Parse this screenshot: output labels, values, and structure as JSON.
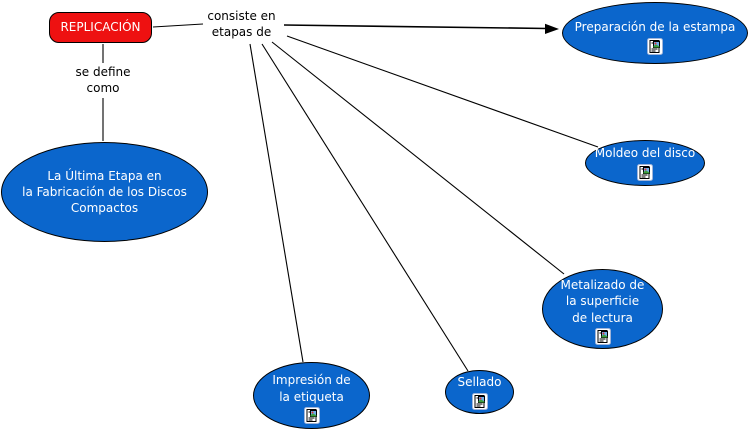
{
  "colors": {
    "canvas_bg": "#FFFFFF",
    "node_blue": "#0B66CC",
    "node_red": "#EE1111",
    "connector": "#000000"
  },
  "concepts": {
    "replicacion": {
      "label": "REPLICACIÓN"
    },
    "definicion": {
      "label": "La Última Etapa en\nla Fabricación de los Discos\nCompactos"
    },
    "preparacion": {
      "label": "Preparación de la estampa"
    },
    "moldeo": {
      "label": "Moldeo del disco"
    },
    "metalizado": {
      "label": "Metalizado de\nla superficie\nde lectura"
    },
    "sellado": {
      "label": "Sellado"
    },
    "impresion": {
      "label": "Impresión de\nla etiqueta"
    }
  },
  "linking_phrases": {
    "se_define_como": {
      "label": "se define\ncomo"
    },
    "consiste_en": {
      "label": "consiste en\netapas de"
    }
  },
  "icons": {
    "resource": "document-with-image-icon"
  }
}
